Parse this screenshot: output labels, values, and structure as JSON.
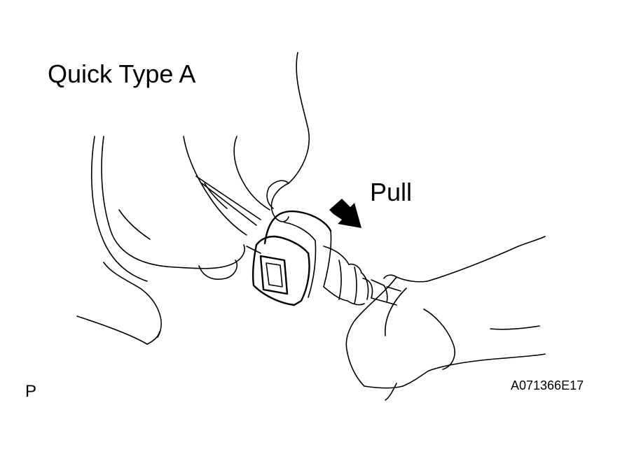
{
  "diagram": {
    "title": "Quick Type A",
    "action_label": "Pull",
    "corner_mark": "P",
    "figure_code": "A071366E17"
  },
  "icons": {
    "direction_arrow": "pull-direction-arrow-icon"
  },
  "colors": {
    "ink": "#000000",
    "background": "#ffffff"
  }
}
